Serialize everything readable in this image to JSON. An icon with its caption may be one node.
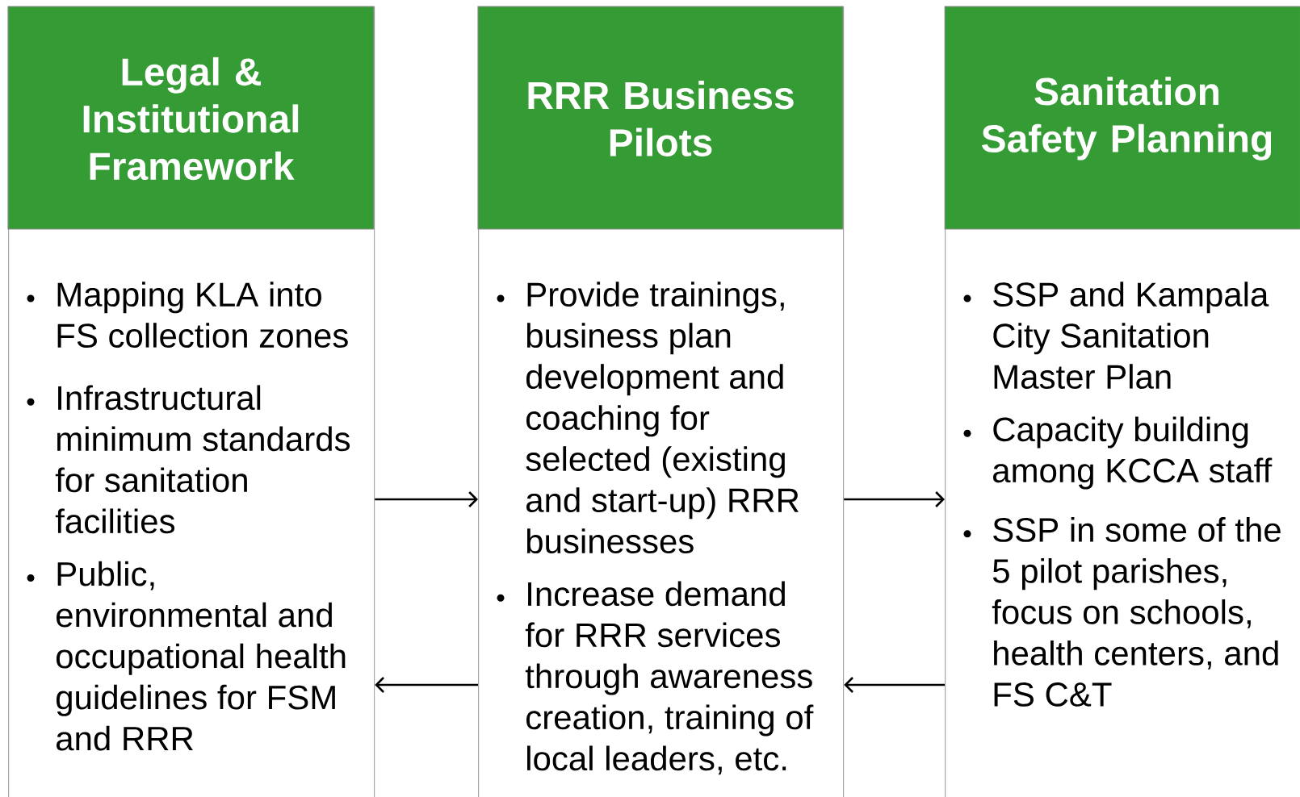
{
  "diagram": {
    "nodes": [
      {
        "text": [
          "Legal & Institutional Framework",
          "Mapping KLA into FS collection zones",
          "Infrastructural minimum standards for sanitation facilities",
          "Public, environmental and occupational health guidelines for FSM and RRR"
        ]
      },
      {
        "text": [
          "RRR Business Pilots",
          "Provide trainings, business plan development and coaching for selected (existing and start-up) RRR businesses",
          "Increase demand for RRR services through awareness creation, training of local leaders, etc."
        ]
      },
      {
        "text": [
          "Sanitation Safety Planning",
          "SSP and Kampala City Sanitation Master Plan",
          "Capacity building among KCCA staff",
          "SSP in some of the 5 pilot parishes, focus on schools, health centers, and FS C&T"
        ]
      }
    ],
    "edges": [
      {
        "from": 0,
        "to": 1,
        "arrow": "to"
      },
      {
        "from": 1,
        "to": 0,
        "arrow": "to"
      },
      {
        "from": 1,
        "to": 2,
        "arrow": "to"
      },
      {
        "from": 2,
        "to": 1,
        "arrow": "to"
      }
    ]
  }
}
